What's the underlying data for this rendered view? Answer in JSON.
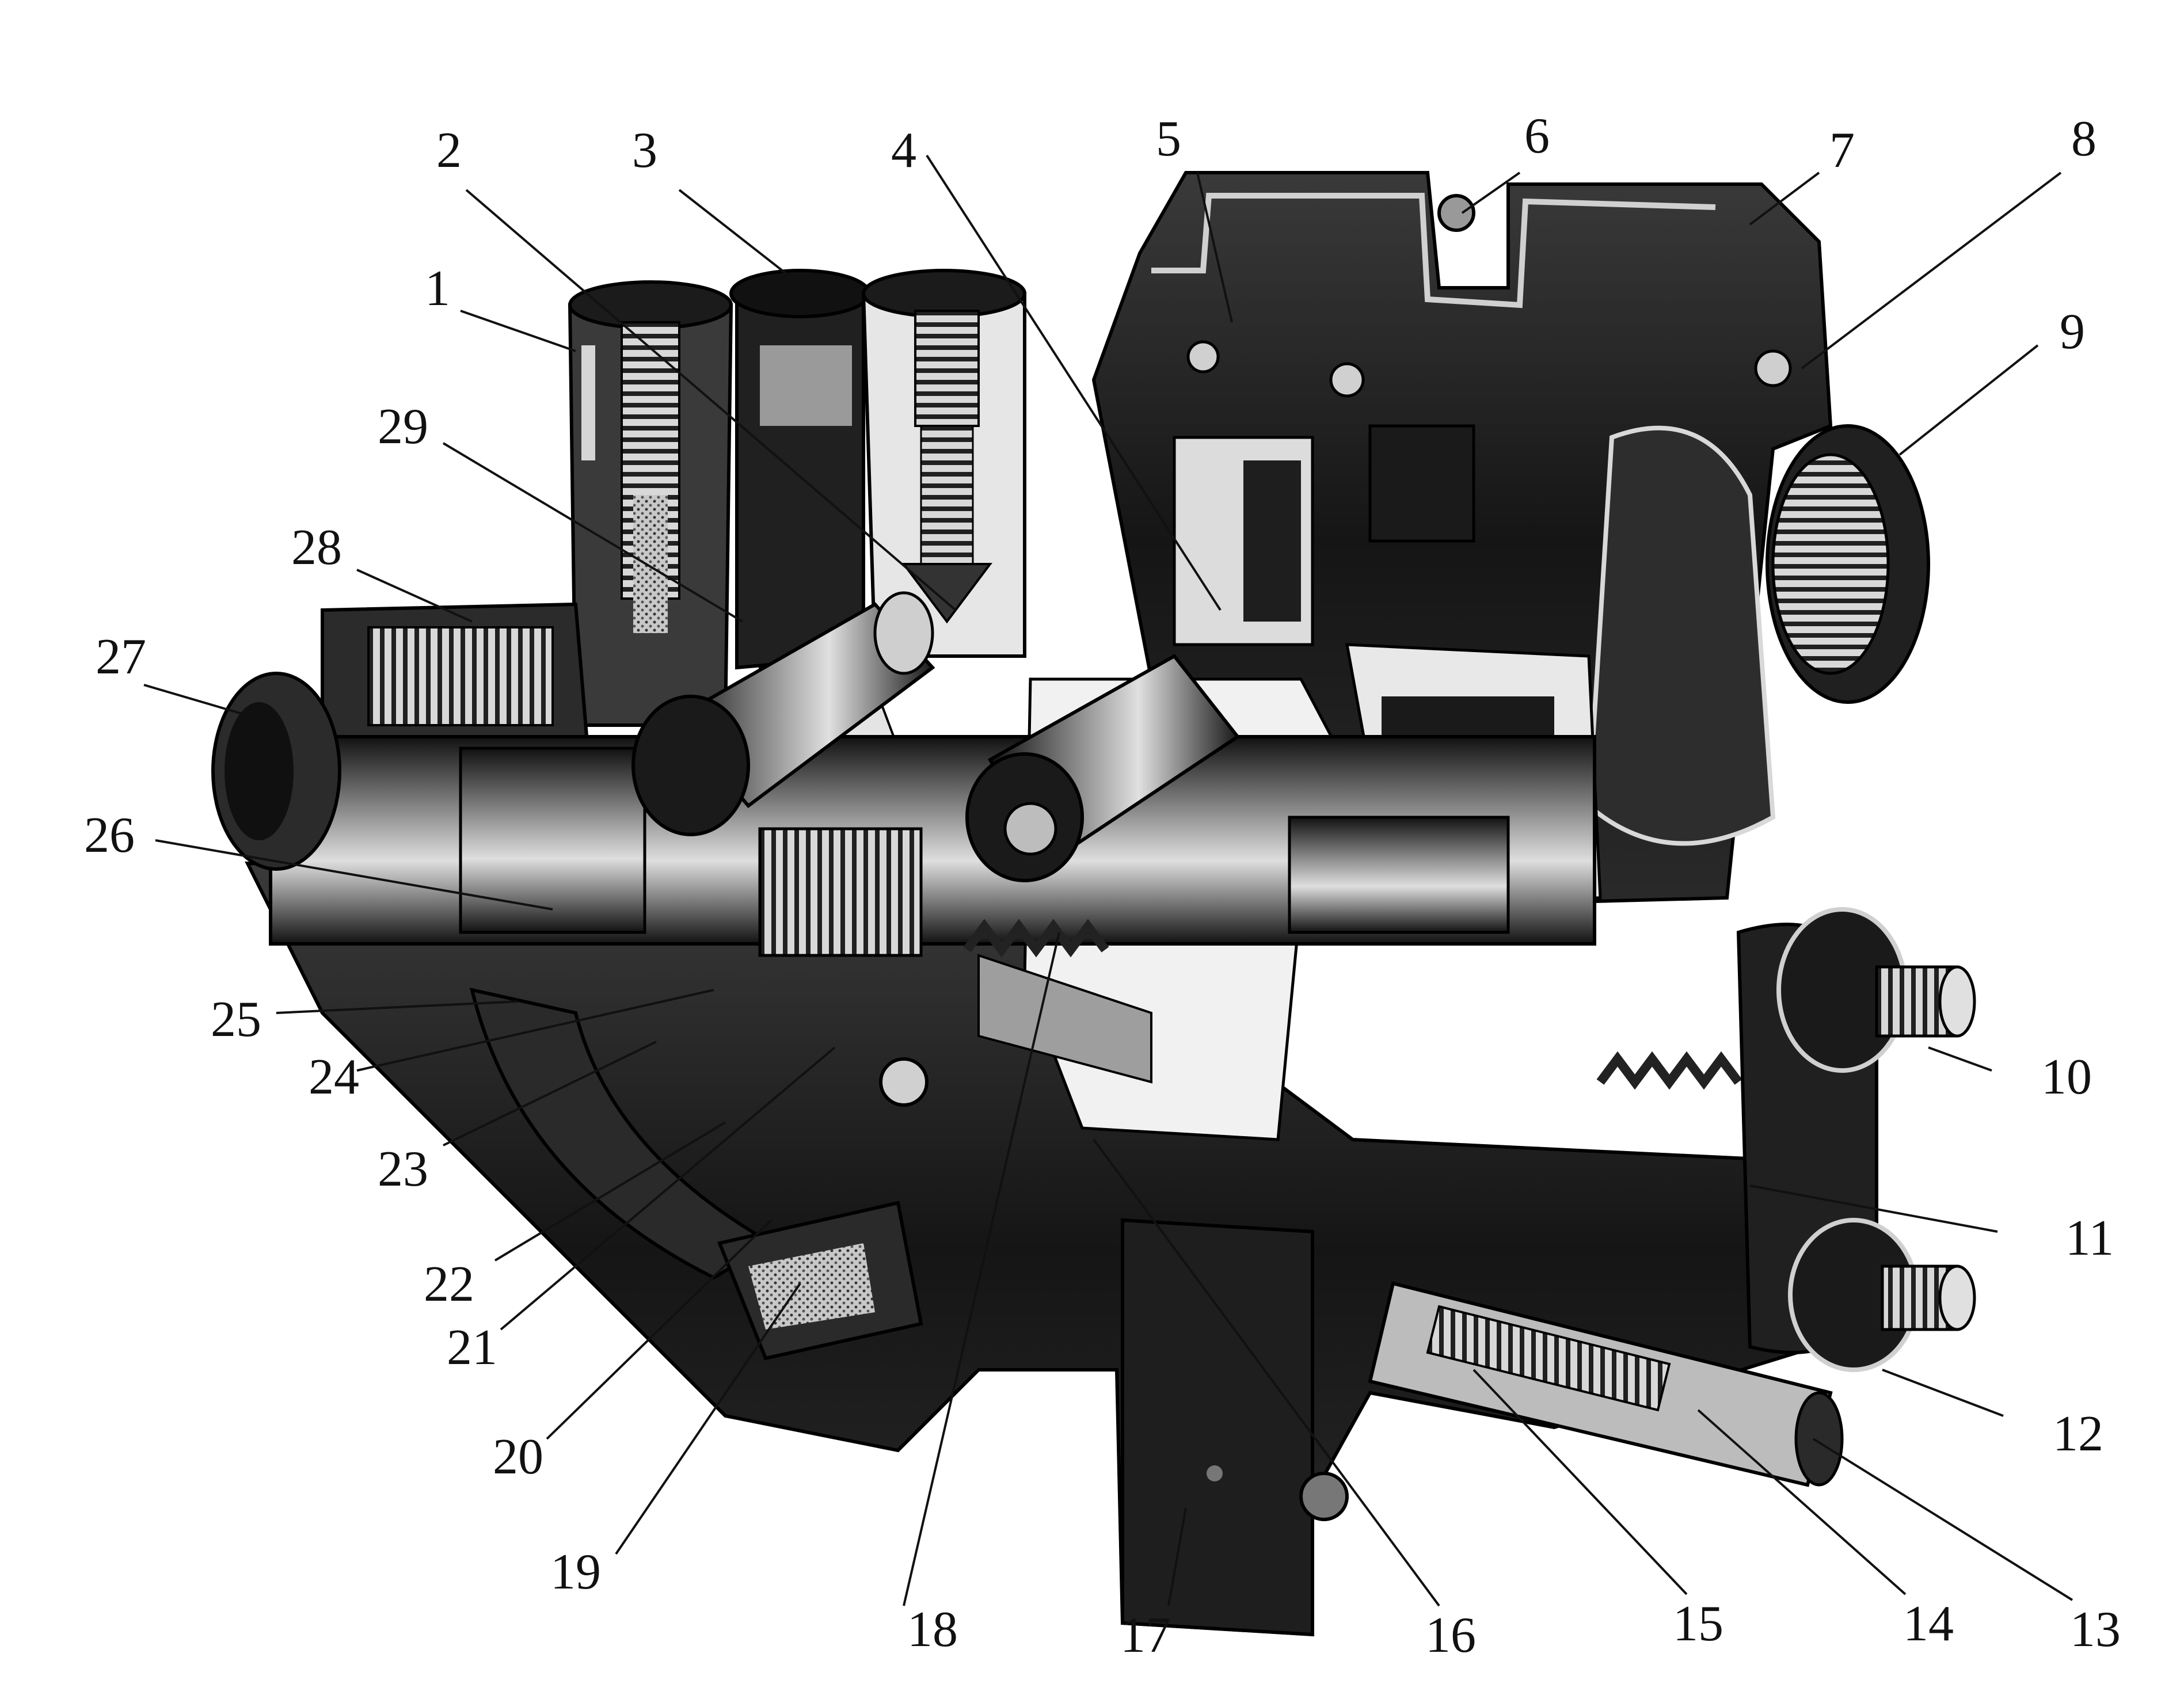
{
  "figure": {
    "callouts": [
      "1",
      "2",
      "3",
      "4",
      "5",
      "6",
      "7",
      "8",
      "9",
      "10",
      "11",
      "12",
      "13",
      "14",
      "15",
      "16",
      "17",
      "18",
      "19",
      "20",
      "21",
      "22",
      "23",
      "24",
      "25",
      "26",
      "27",
      "28",
      "29"
    ]
  },
  "colors": {
    "ink": "#111111",
    "body_dark": "#1c1c1c",
    "body_mid": "#5a5a5a",
    "body_light": "#bdbdbd",
    "paper": "#ffffff"
  }
}
